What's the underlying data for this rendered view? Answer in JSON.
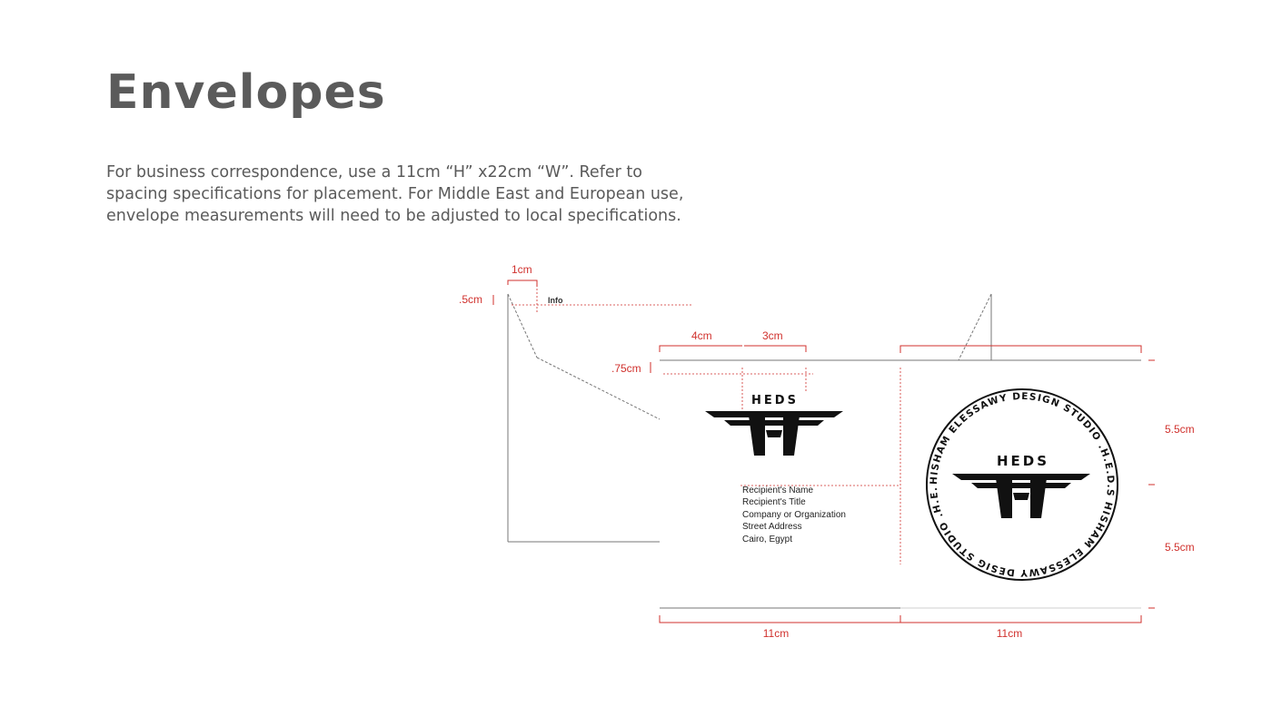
{
  "page": {
    "title": "Envelopes",
    "description": "For business correspondence, use a 11cm “H” x22cm “W”. Refer to spacing specifications for placement. For Middle East and European use, envelope measurements will need to be adjusted to local specifications."
  },
  "diagram": {
    "dimensions": {
      "flap_offset": "1cm",
      "top_margin": ".5cm",
      "info_label": "Info",
      "logo_left": "4cm",
      "logo_width": "3cm",
      "logo_top": ".75cm",
      "half_height_top": "5.5cm",
      "half_height_bottom": "5.5cm",
      "width_left": "11cm",
      "width_right": "11cm"
    },
    "logo": {
      "wordmark": "HEDS"
    },
    "seal": {
      "wordmark": "HEDS",
      "ring_text": "HISHAM ELESSAWY DESIGN STUDIO .H.E.D.S HISHAM ELESSAWY DESIG STUDIO .H.E.D.S"
    },
    "address": {
      "lines": [
        "Recipient's Name",
        "Recipient's Title",
        "Company or Organization",
        "Street Address",
        "Cairo, Egypt"
      ]
    },
    "colors": {
      "accent": "#d0312d",
      "title": "#5b5b5b",
      "text": "#5a5a5a"
    }
  }
}
